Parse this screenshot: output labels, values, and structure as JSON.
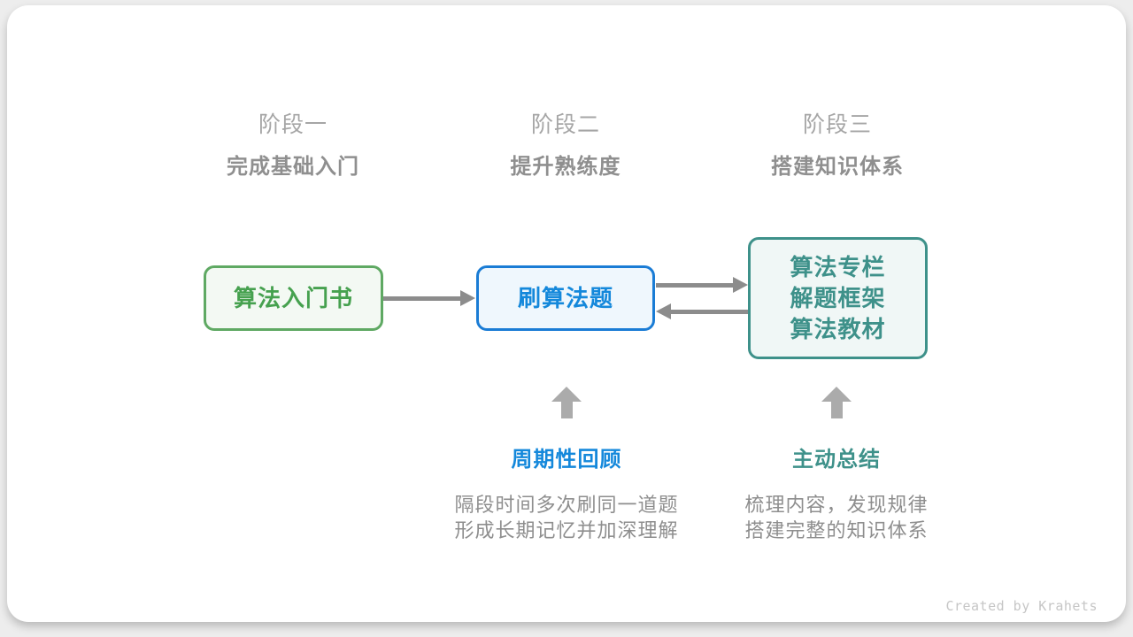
{
  "stages": [
    {
      "label": "阶段一",
      "title": "完成基础入门"
    },
    {
      "label": "阶段二",
      "title": "提升熟练度"
    },
    {
      "label": "阶段三",
      "title": "搭建知识体系"
    }
  ],
  "nodes": [
    {
      "lines": [
        "算法入门书"
      ],
      "accent": "#46A14F"
    },
    {
      "lines": [
        "刷算法题"
      ],
      "accent": "#1488DB"
    },
    {
      "lines": [
        "算法专栏",
        "解题框架",
        "算法教材"
      ],
      "accent": "#3E918A"
    }
  ],
  "annotations": [
    {
      "title": "周期性回顾",
      "desc": [
        "隔段时间多次刷同一道题",
        "形成长期记忆并加深理解"
      ],
      "accent": "#1488DB"
    },
    {
      "title": "主动总结",
      "desc": [
        "梳理内容，发现规律",
        "搭建完整的知识体系"
      ],
      "accent": "#3E918A"
    }
  ],
  "credit": "Created by Krahets",
  "colors": {
    "green_border": "#5FA963",
    "green_bg": "#F3F9F3",
    "green_text": "#46A14F",
    "blue_border": "#1A7CD5",
    "blue_bg": "#EFF7FD",
    "blue_text": "#1488DB",
    "teal_border": "#3E918A",
    "teal_bg": "#F0F7F6",
    "teal_text": "#3E918A",
    "arrow": "#8C8C8C",
    "block_arrow": "#ABABAB",
    "stage_label": "#A6A6A6",
    "stage_title": "#8F8F8F",
    "desc_text": "#8E8E8E",
    "credit_text": "#C6C6C6",
    "card_bg": "#FFFFFF"
  }
}
